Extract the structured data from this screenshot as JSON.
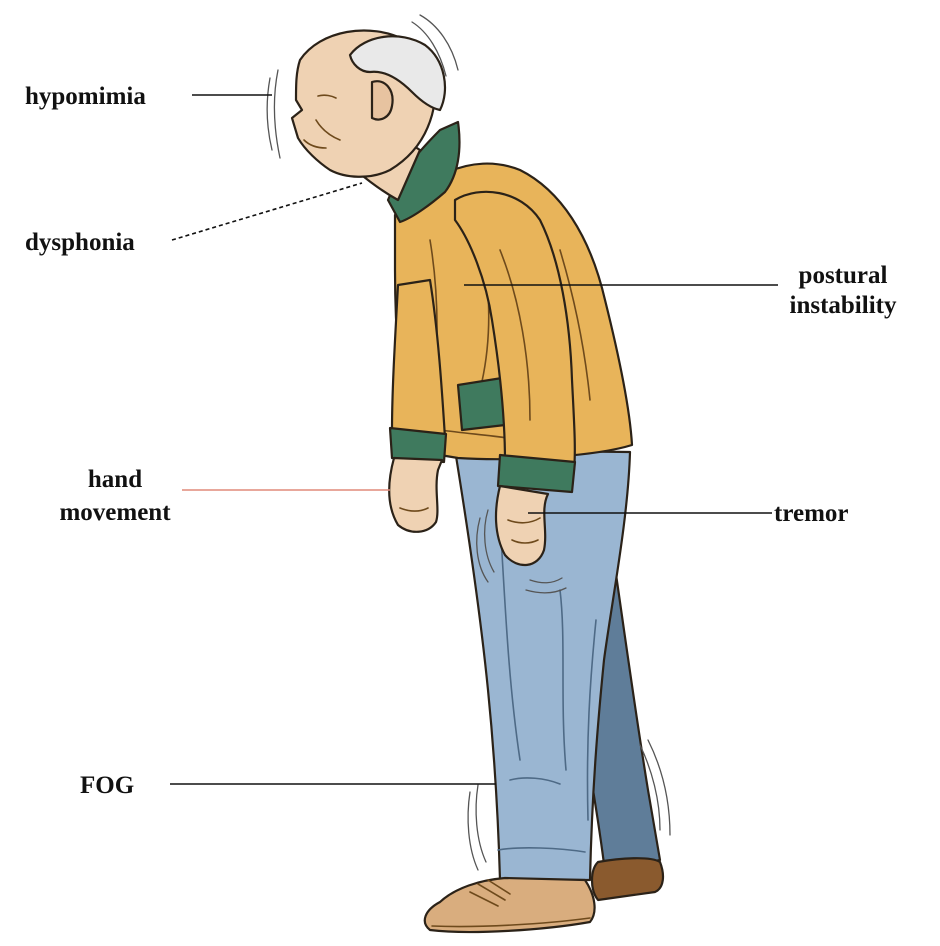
{
  "labels": {
    "hypomimia": "hypomimia",
    "dysphonia": "dysphonia",
    "postural_line1": "postural",
    "postural_line2": "instability",
    "hand_line1": "hand",
    "hand_line2": "movement",
    "tremor": "tremor",
    "fog": "FOG"
  },
  "colors": {
    "skin": "#efd2b3",
    "hair": "#e9e9e9",
    "jacket": "#e8b45a",
    "jacket_trim": "#3f7a5e",
    "trousers": "#9ab6d2",
    "trousers_shadow": "#5f7d99",
    "shoe": "#d9ad7e",
    "hand_movement_leader": "#e08a7a",
    "label_text": "#111111"
  }
}
